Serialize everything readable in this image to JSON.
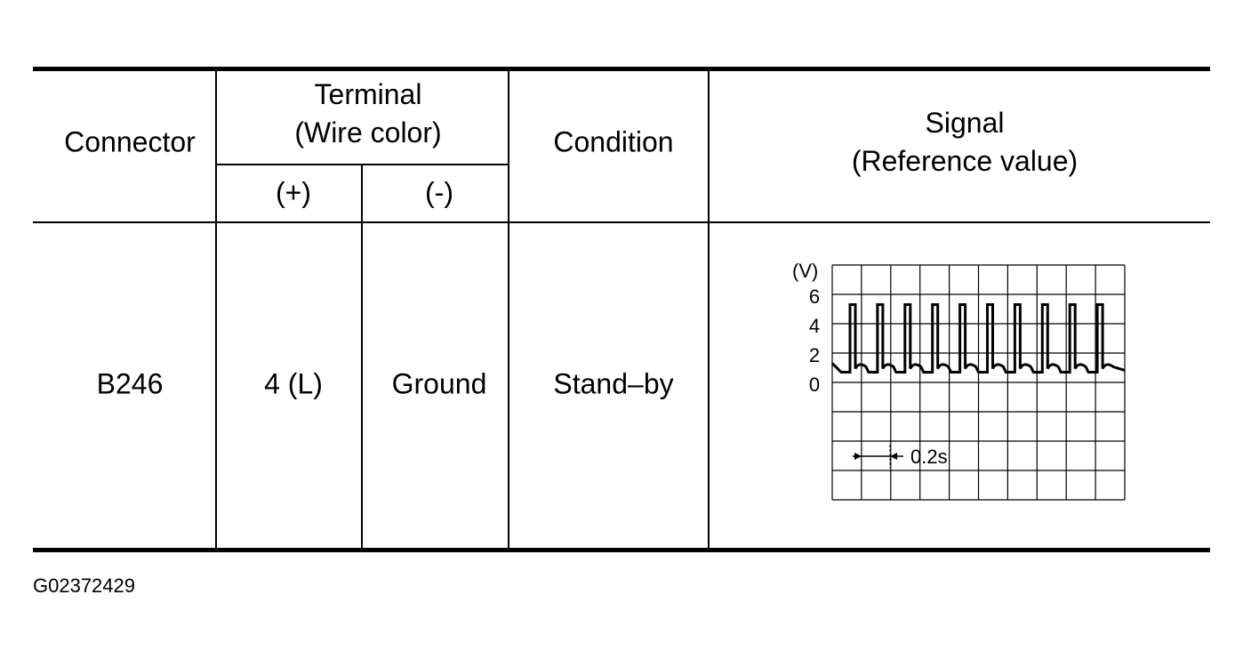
{
  "table": {
    "headers": {
      "connector": "Connector",
      "terminal_line1": "Terminal",
      "terminal_line2": "(Wire color)",
      "plus": "(+)",
      "minus": "(-)",
      "condition": "Condition",
      "signal_line1": "Signal",
      "signal_line2": "(Reference value)"
    },
    "row": {
      "connector": "B246",
      "plus": "4 (L)",
      "minus": "Ground",
      "condition": "Stand–by"
    }
  },
  "waveform": {
    "unit_label": "(V)",
    "y_ticks": [
      "6",
      "4",
      "2",
      "0"
    ],
    "timebase_label": "0.2s",
    "baseline_v": 0.7,
    "peak_v": 5.3,
    "pulse_count": 10
  },
  "footer": {
    "id": "G02372429"
  }
}
